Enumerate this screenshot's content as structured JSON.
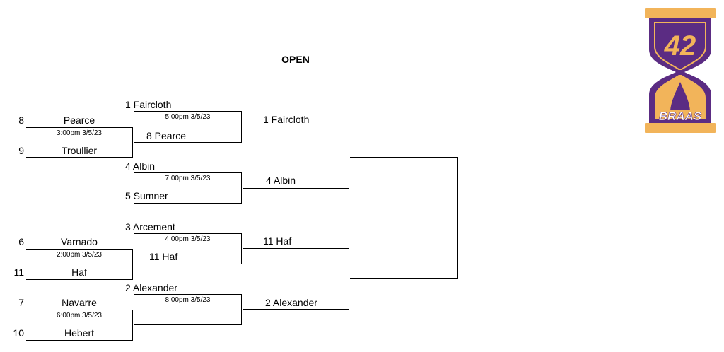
{
  "title": "OPEN",
  "logo": {
    "number": "42",
    "text": "BRAAS",
    "colors": {
      "gold": "#F2B45A",
      "purple": "#5B2C83"
    }
  },
  "round1": [
    {
      "top": {
        "seed": "8",
        "name": "Pearce"
      },
      "time": "3:00pm 3/5/23",
      "bottom": {
        "seed": "9",
        "name": "Troullier"
      }
    },
    {
      "top": {
        "seed": "6",
        "name": "Varnado"
      },
      "time": "2:00pm 3/5/23",
      "bottom": {
        "seed": "11",
        "name": "Haf"
      }
    },
    {
      "top": {
        "seed": "7",
        "name": "Navarre"
      },
      "time": "6:00pm 3/5/23",
      "bottom": {
        "seed": "10",
        "name": "Hebert"
      }
    }
  ],
  "round2": [
    {
      "top": "1  Faircloth",
      "time": "5:00pm 3/5/23",
      "bottom": "8  Pearce"
    },
    {
      "top": "4  Albin",
      "time": "7:00pm 3/5/23",
      "bottom": "5  Sumner"
    },
    {
      "top": "3  Arcement",
      "time": "4:00pm 3/5/23",
      "bottom": "11  Haf"
    },
    {
      "top": "2  Alexander",
      "time": "8:00pm 3/5/23",
      "bottom": ""
    }
  ],
  "semifinal": [
    "1  Faircloth",
    "4  Albin",
    "11  Haf",
    "2  Alexander"
  ]
}
